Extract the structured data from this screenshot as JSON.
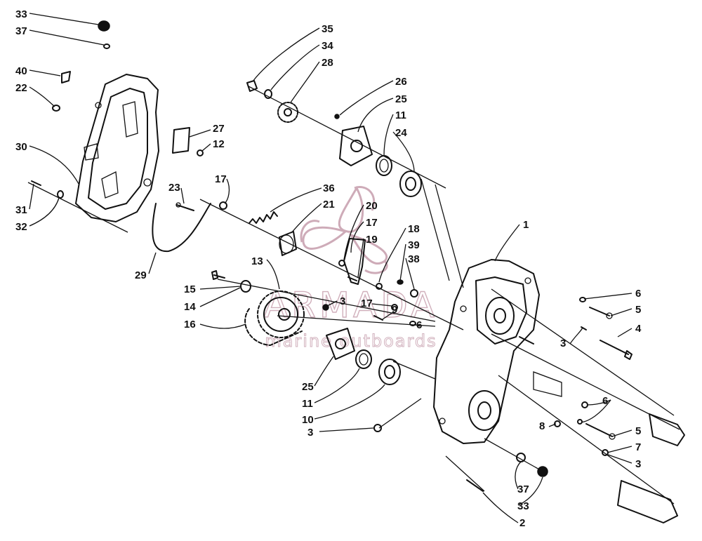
{
  "diagram": {
    "watermark": {
      "brand": "ARMADA",
      "tagline": "marine outboards",
      "color": "#c9a3b1"
    },
    "callouts": [
      {
        "id": "c1",
        "label": "1"
      },
      {
        "id": "c2",
        "label": "2"
      },
      {
        "id": "c3a",
        "label": "3"
      },
      {
        "id": "c3b",
        "label": "3"
      },
      {
        "id": "c3c",
        "label": "3"
      },
      {
        "id": "c3d",
        "label": "3"
      },
      {
        "id": "c4",
        "label": "4"
      },
      {
        "id": "c5a",
        "label": "5"
      },
      {
        "id": "c5b",
        "label": "5"
      },
      {
        "id": "c6a",
        "label": "6"
      },
      {
        "id": "c6b",
        "label": "6"
      },
      {
        "id": "c6c",
        "label": "6"
      },
      {
        "id": "c7",
        "label": "7"
      },
      {
        "id": "c8",
        "label": "8"
      },
      {
        "id": "c9",
        "label": "9"
      },
      {
        "id": "c10",
        "label": "10"
      },
      {
        "id": "c11a",
        "label": "11"
      },
      {
        "id": "c11b",
        "label": "11"
      },
      {
        "id": "c12",
        "label": "12"
      },
      {
        "id": "c13",
        "label": "13"
      },
      {
        "id": "c14",
        "label": "14"
      },
      {
        "id": "c15",
        "label": "15"
      },
      {
        "id": "c16",
        "label": "16"
      },
      {
        "id": "c17a",
        "label": "17"
      },
      {
        "id": "c17b",
        "label": "17"
      },
      {
        "id": "c17c",
        "label": "17"
      },
      {
        "id": "c18",
        "label": "18"
      },
      {
        "id": "c19",
        "label": "19"
      },
      {
        "id": "c20",
        "label": "20"
      },
      {
        "id": "c21",
        "label": "21"
      },
      {
        "id": "c22",
        "label": "22"
      },
      {
        "id": "c23",
        "label": "23"
      },
      {
        "id": "c24",
        "label": "24"
      },
      {
        "id": "c25a",
        "label": "25"
      },
      {
        "id": "c25b",
        "label": "25"
      },
      {
        "id": "c26",
        "label": "26"
      },
      {
        "id": "c27",
        "label": "27"
      },
      {
        "id": "c28",
        "label": "28"
      },
      {
        "id": "c29",
        "label": "29"
      },
      {
        "id": "c30",
        "label": "30"
      },
      {
        "id": "c31",
        "label": "31"
      },
      {
        "id": "c32",
        "label": "32"
      },
      {
        "id": "c33a",
        "label": "33"
      },
      {
        "id": "c33b",
        "label": "33"
      },
      {
        "id": "c34",
        "label": "34"
      },
      {
        "id": "c35",
        "label": "35"
      },
      {
        "id": "c36",
        "label": "36"
      },
      {
        "id": "c37a",
        "label": "37"
      },
      {
        "id": "c37b",
        "label": "37"
      },
      {
        "id": "c38",
        "label": "38"
      },
      {
        "id": "c39",
        "label": "39"
      },
      {
        "id": "c40",
        "label": "40"
      }
    ]
  }
}
